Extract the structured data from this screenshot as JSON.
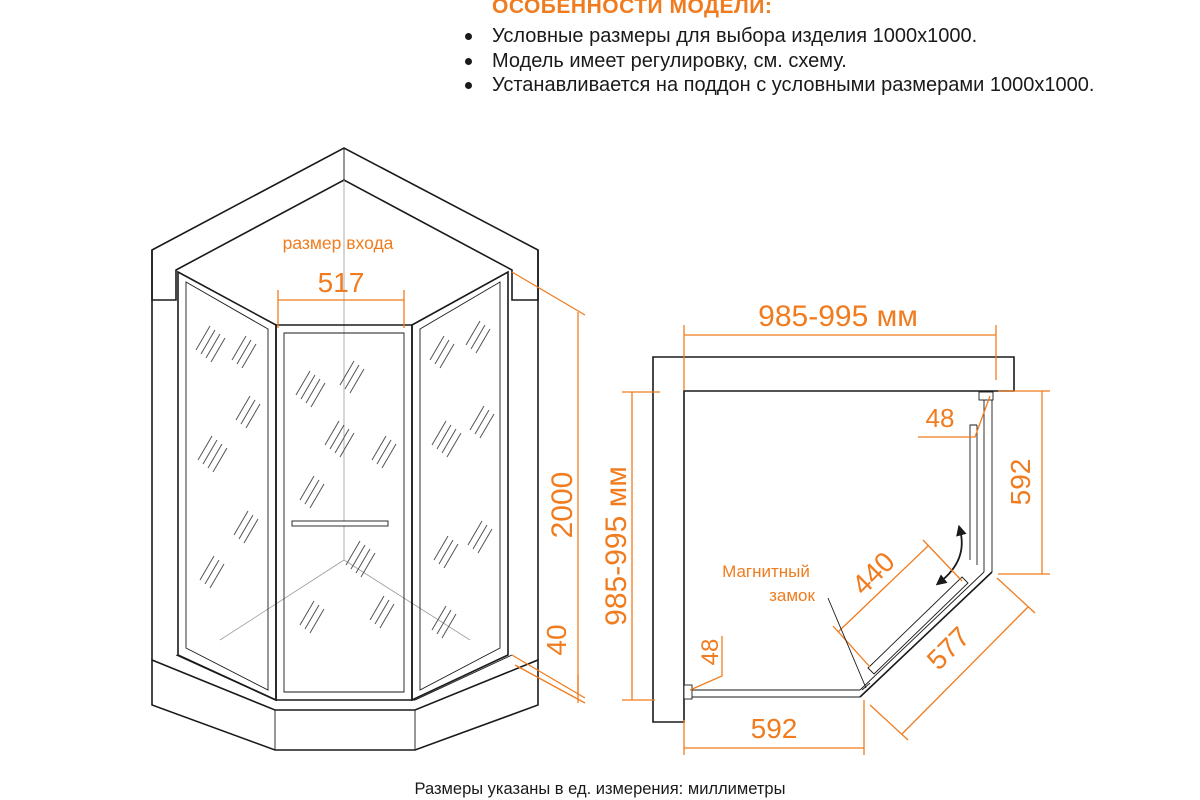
{
  "features": {
    "title": "ОСОБЕННОСТИ МОДЕЛИ:",
    "items": [
      "Условные размеры для выбора изделия 1000х1000.",
      "Модель имеет регулировку, см. схему.",
      "Устанавливается на поддон с условными размерами 1000х1000."
    ]
  },
  "front_view": {
    "entrance_label": "размер входа",
    "entrance_width": "517",
    "height": "2000",
    "tray_height": "40"
  },
  "top_view": {
    "width_range": "985-995 мм",
    "depth_range": "985-995 мм",
    "side_offset_right": "48",
    "side_offset_bottom": "48",
    "side_length_right": "592",
    "side_length_bottom": "592",
    "door_width": "440",
    "diagonal_length": "577",
    "lock_label_line1": "Магнитный",
    "lock_label_line2": "замок"
  },
  "footnote": "Размеры указаны в ед. измерения: миллиметры",
  "colors": {
    "accent": "#f07c1f",
    "ink": "#1a1a1a"
  }
}
